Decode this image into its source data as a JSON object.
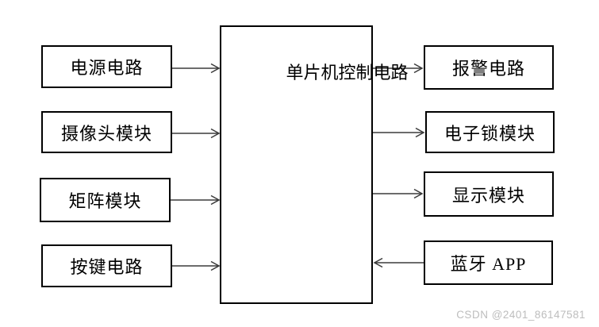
{
  "diagram": {
    "title_hint": "MCU control system block diagram",
    "center_box": {
      "label": "单片机控制电路"
    },
    "left_modules": [
      {
        "label": "电源电路",
        "arrow": "to-center"
      },
      {
        "label": "摄像头模块",
        "arrow": "to-center"
      },
      {
        "label": "矩阵模块",
        "arrow": "to-center"
      },
      {
        "label": "按键电路",
        "arrow": "to-center"
      }
    ],
    "right_modules": [
      {
        "label": "报警电路",
        "arrow": "from-center"
      },
      {
        "label": "电子锁模块",
        "arrow": "from-center"
      },
      {
        "label": "显示模块",
        "arrow": "from-center"
      },
      {
        "label": "蓝牙 APP",
        "arrow": "to-center"
      }
    ],
    "colors": {
      "background": "#ffffff",
      "box_border": "#000000",
      "text": "#000000",
      "arrow": "#3b3b3b",
      "watermark": "#bdbdbd"
    }
  },
  "watermark": {
    "text": "CSDN @2401_86147581"
  }
}
